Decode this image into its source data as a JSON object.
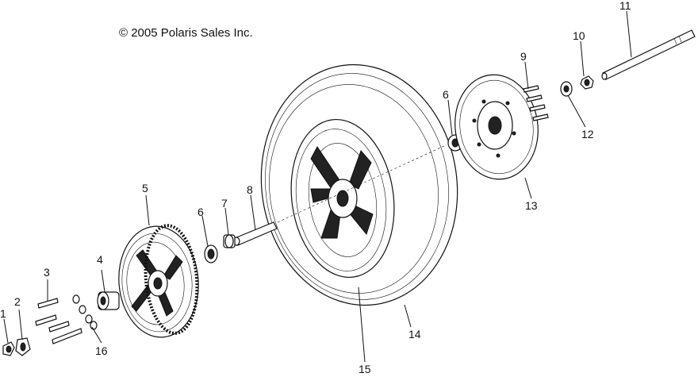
{
  "copyright": "© 2005 Polaris Sales Inc.",
  "callouts": [
    {
      "id": "c1",
      "label": "1"
    },
    {
      "id": "c2",
      "label": "2"
    },
    {
      "id": "c3",
      "label": "3"
    },
    {
      "id": "c4",
      "label": "4"
    },
    {
      "id": "c5",
      "label": "5"
    },
    {
      "id": "c6a",
      "label": "6"
    },
    {
      "id": "c7",
      "label": "7"
    },
    {
      "id": "c8",
      "label": "8"
    },
    {
      "id": "c6b",
      "label": "6"
    },
    {
      "id": "c9",
      "label": "9"
    },
    {
      "id": "c10",
      "label": "10"
    },
    {
      "id": "c11",
      "label": "11"
    },
    {
      "id": "c12",
      "label": "12"
    },
    {
      "id": "c13",
      "label": "13"
    },
    {
      "id": "c14",
      "label": "14"
    },
    {
      "id": "c15",
      "label": "15"
    },
    {
      "id": "c16",
      "label": "16"
    }
  ]
}
